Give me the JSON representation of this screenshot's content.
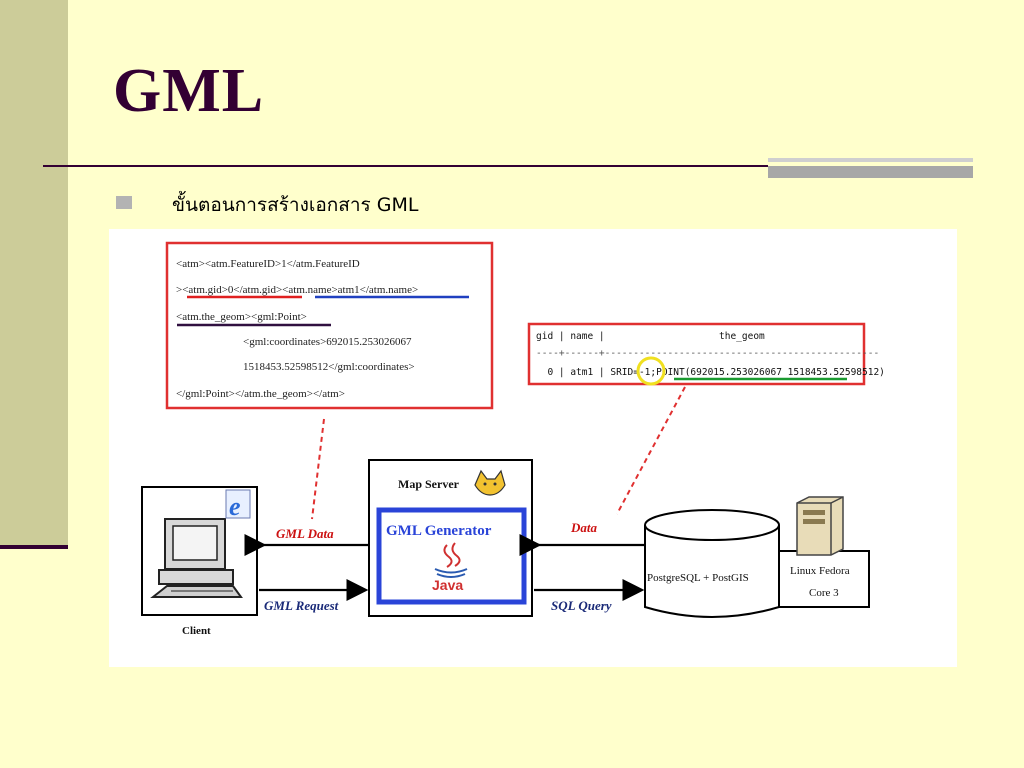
{
  "slide": {
    "title": "GML",
    "bullet": "ขั้นตอนการสร้างเอกสาร GML"
  },
  "diagram": {
    "xml_lines": [
      "<atm><atm.FeatureID>1</atm.FeatureID",
      "><atm.gid>0</atm.gid><atm.name>atm1</atm.name>",
      "<atm.the_geom><gml:Point>",
      "<gml:coordinates>692015.253026067",
      "1518453.52598512</gml:coordinates>",
      "</gml:Point></atm.the_geom></atm>"
    ],
    "table": {
      "header": "gid | name |                    the_geom",
      "divider": "----+------+------------------------------------------------",
      "row": "  0 | atm1 | SRID=-1;POINT(692015.253026067 1518453.52598512)"
    },
    "map_server_label": "Map Server",
    "gml_generator_label": "GML Generator",
    "java_label": "Java",
    "gml_data_label": "GML Data",
    "gml_request_label": "GML Request",
    "data_label": "Data",
    "sql_query_label": "SQL Query",
    "client_label": "Client",
    "db_label": "PostgreSQL + PostGIS",
    "os_label_1": "Linux Fedora",
    "os_label_2": "Core 3",
    "ie_glyph": "e"
  },
  "colors": {
    "background": "#ffffcc",
    "side_band": "#cccc99",
    "title": "#330033",
    "highlight_red": "#e03030",
    "gml_blue": "#2a44d8",
    "label_navy": "#1a2a78",
    "label_red": "#cc1111"
  }
}
